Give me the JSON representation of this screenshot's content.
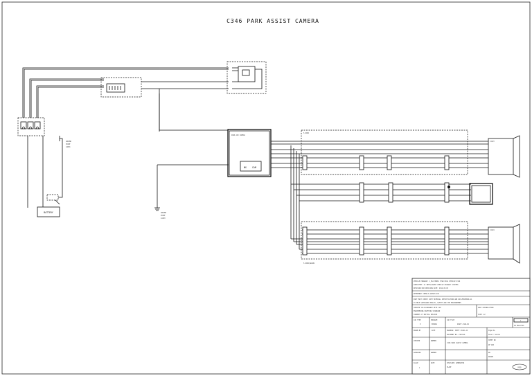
{
  "header": {
    "title": "C346  PARK ASSIST CAMERA"
  },
  "diagram": {
    "battery_label": "BATTERY",
    "camera_label": "CAM",
    "camera_badge": "ЖX",
    "section_5door": "5-DOOR",
    "section_5door_wagon": "5-DOOR/WAGON"
  },
  "title_block": {
    "r1": "VEHICLE PROGRAM: C_MCA      MODEL YEAR:2011     VEHICLE:C346",
    "r2": "SUBSYSTEM:          14     INTELLIGENT VEHICLE HIGHWAY SYSTEMS",
    "r3": "REVISION:200       REVISION DATE: 2012-05-03",
    "r4": "REFERENCE: BB5B-8-12K970-XXX",
    "r5a": "PART MUST COMPLY WITH MATERIAL SPECIFICATION ABD WSS-M99P9999-A1",
    "r5b": "TO HELP SAFEGUARD HEALTH, SAFETY AND THE ENVIRONMENT.",
    "r6a": "CREATED IN ACCORDANCE WITH CAD",
    "r6b": "ENGINEERING DRAFTING STANDARD",
    "r6c": "CURRENT AT INITIAL RELEASE",
    "r6d": "PART CONTROL=FORD",
    "r6e": "SIZE: A2",
    "cad_type": "CAD TYPE",
    "cad_type_val": "E",
    "cad_prog": "PROGRAM",
    "cad_prog_val": "EEODDS",
    "cad_file": "CAD FILE:",
    "cad_file_val": "D3W7T-7166-BC",
    "scale_1": "1",
    "scale_2": "IN MALAYSIA",
    "drawn_by": "DRAWN BY",
    "date_lbl": "DATE",
    "drawing_no": "DRAWING: V6B7T-7166C-A2",
    "page_no": "Page No.",
    "doc_no": "DOCUMENT NO. 21K7A16",
    "name_block": "Owner: Sandra",
    "checked": "CHECKED",
    "checked_no": "NUMBER",
    "title_cell": "C346 PARK ASSIST CAMERA",
    "sheet_lbl": "SHEET NO",
    "sheet_val": "OF  100",
    "approved": "APPROVED",
    "approved_no": "NUMBER",
    "no_lbl": "NO",
    "drawn_lbl": "DRAWN",
    "scale_lbl": "SCALE",
    "scale_val": "1",
    "date_col": "DATE",
    "released": "DIVISION: GENERATOR",
    "plant": "PLANT",
    "ford_logo": "FORD"
  }
}
